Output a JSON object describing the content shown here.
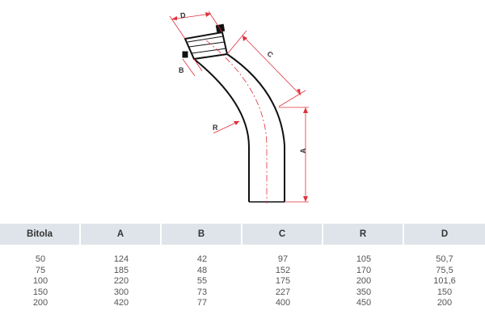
{
  "diagram": {
    "dimension_labels": {
      "d": "D",
      "b": "B",
      "c": "C",
      "r": "R",
      "a": "A"
    },
    "colors": {
      "outline": "#111111",
      "dimension": "#e0303a",
      "centerline": "#e0303a",
      "table_header_bg": "#dfe4ea"
    }
  },
  "table": {
    "headers": [
      "Bitola",
      "A",
      "B",
      "C",
      "R",
      "D"
    ],
    "rows": [
      [
        "50",
        "124",
        "42",
        "97",
        "105",
        "50,7"
      ],
      [
        "75",
        "185",
        "48",
        "152",
        "170",
        "75,5"
      ],
      [
        "100",
        "220",
        "55",
        "175",
        "200",
        "101,6"
      ],
      [
        "150",
        "300",
        "73",
        "227",
        "350",
        "150"
      ],
      [
        "200",
        "420",
        "77",
        "400",
        "450",
        "200"
      ]
    ]
  }
}
